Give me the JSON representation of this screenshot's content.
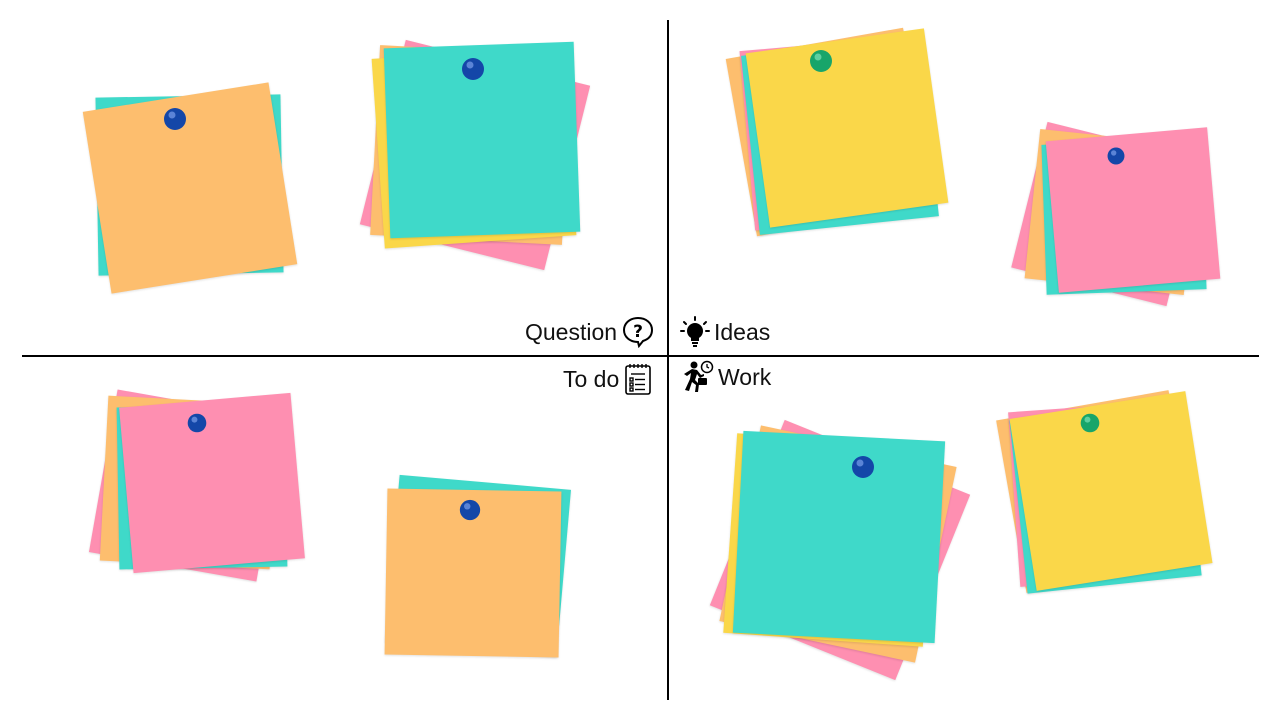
{
  "board": {
    "quadrants": [
      {
        "label": "Question",
        "icon": "question-bubble-icon"
      },
      {
        "label": "Ideas",
        "icon": "lightbulb-icon"
      },
      {
        "label": "To do",
        "icon": "checklist-icon"
      },
      {
        "label": "Work",
        "icon": "running-person-clock-icon"
      }
    ]
  },
  "colors": {
    "orange": "#FDBE6E",
    "teal": "#3FD9C9",
    "yellow": "#FAD749",
    "pink": "#FE8FB1",
    "pin_blue": "#1447A8",
    "pin_green": "#18A56A",
    "axis": "#000000"
  }
}
